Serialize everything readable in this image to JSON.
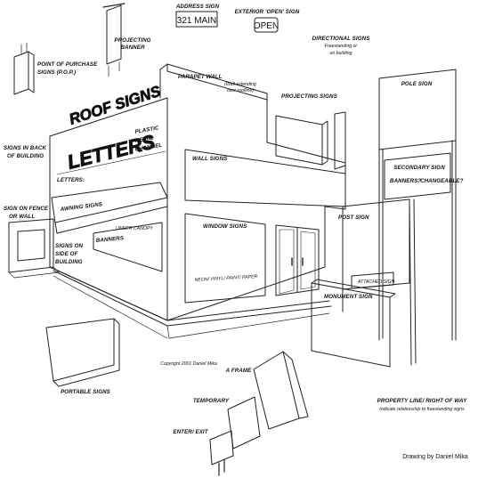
{
  "labels": {
    "address_sign": "ADDRESS SIGN",
    "address_value": "321 MAIN",
    "exterior_open_sign": "EXTERIOR 'OPEN' SIGN",
    "open_value": "OPEN",
    "projecting_banner_1": "PROJECTING",
    "projecting_banner_2": "BANNER",
    "directional_signs": "DIRECTIONAL SIGNS",
    "directional_sub_1": "Freestanding or",
    "directional_sub_2": "on building",
    "point_of_purchase_1": "POINT OF PURCHASE",
    "point_of_purchase_2": "SIGNS (P.O.P.)",
    "roof_signs": "ROOF SIGNS",
    "parapet_wall": "PARAPET WALL",
    "parapet_note_1": "(Wall extending",
    "parapet_note_2": "over roofline)",
    "projecting_signs": "PROJECTING SIGNS",
    "pole_sign": "POLE SIGN",
    "signs_in_back_1": "SIGNS IN BACK",
    "signs_in_back_2": "OF BUILDING",
    "letters_big": "LETTERS",
    "letter_types_1": "PLASTIC",
    "letter_types_2": "METAL",
    "letter_types_3": "CHANNEL",
    "letters_colon": "LETTERS:",
    "wall_signs": "WALL SIGNS",
    "secondary_sign": "SECONDARY SIGN",
    "banners_q": "BANNERS?",
    "changeable_q": "CHANGEABLE?",
    "sign_on_fence_1": "SIGN ON FENCE",
    "sign_on_fence_2": "OR WALL",
    "awning_signs": "AWNING SIGNS",
    "under_canopy": "UNDER CANOPY",
    "post_sign": "POST SIGN",
    "window_signs": "WINDOW SIGNS",
    "banners": "BANNERS",
    "signs_on_side_1": "SIGNS ON",
    "signs_on_side_2": "SIDE OF",
    "signs_on_side_3": "BUILDING",
    "neon_vinyl": "NEON/ VINYL/ PAINT/ PAPER",
    "attached_sign": "ATTACHED SIGN",
    "monument_sign": "MONUMENT SIGN",
    "copyright": "Copyright 2001 Daniel Mika",
    "a_frame": "A FRAME",
    "portable_signs": "PORTABLE SIGNS",
    "temporary": "TEMPORARY",
    "property_line": "PROPERTY LINE/ RIGHT OF WAY",
    "property_sub": "Indicate relationship to freestanding signs",
    "enter_exit": "ENTER/ EXIT",
    "drawing_by": "Drawing by Daniel Mika"
  }
}
